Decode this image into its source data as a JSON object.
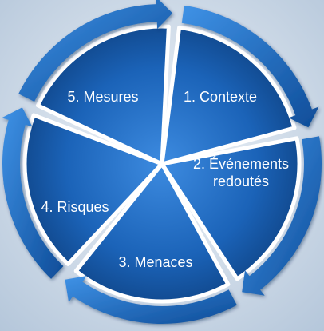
{
  "diagram": {
    "colors": {
      "background_light": "#eef3f8",
      "background_dark": "#b4c6da",
      "segment_light": "#3d8be0",
      "segment_mid": "#1b63b8",
      "segment_dark": "#0d3f7e",
      "arrow_light": "#3f92e6",
      "arrow_dark": "#0e4c98",
      "label": "#ffffff"
    },
    "segments": [
      {
        "id": "contexte",
        "lines": [
          "1. Contexte"
        ]
      },
      {
        "id": "evenements-redoutes",
        "lines": [
          "2. Événements",
          "redoutés"
        ]
      },
      {
        "id": "menaces",
        "lines": [
          "3. Menaces"
        ]
      },
      {
        "id": "risques",
        "lines": [
          "4. Risques"
        ]
      },
      {
        "id": "mesures",
        "lines": [
          "5. Mesures"
        ]
      }
    ]
  }
}
